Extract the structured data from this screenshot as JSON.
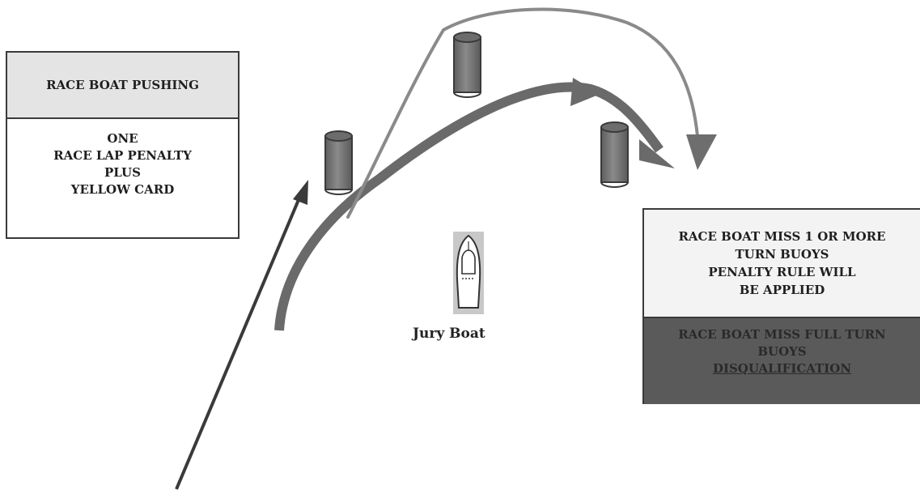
{
  "left_box": {
    "header": "RACE BOAT PUSHING",
    "lines": [
      "ONE",
      "RACE LAP PENALTY",
      "PLUS",
      "YELLOW CARD"
    ]
  },
  "right_box": {
    "top_lines": [
      "RACE BOAT MISS 1 OR MORE",
      "TURN BUOYS",
      "PENALTY RULE WILL",
      "BE APPLIED"
    ],
    "bottom_lines": [
      "RACE BOAT MISS FULL TURN",
      "BUOYS"
    ],
    "bottom_underlined": "DISQUALIFICATION"
  },
  "jury_boat": {
    "label": "Jury Boat"
  },
  "colors": {
    "buoy": "#777777",
    "thick_path": "#6a6a6a",
    "thin_path": "#8a8a8a",
    "straight_arrow": "#3a3a3a",
    "disqualification_fill": "#5a5a5a"
  }
}
